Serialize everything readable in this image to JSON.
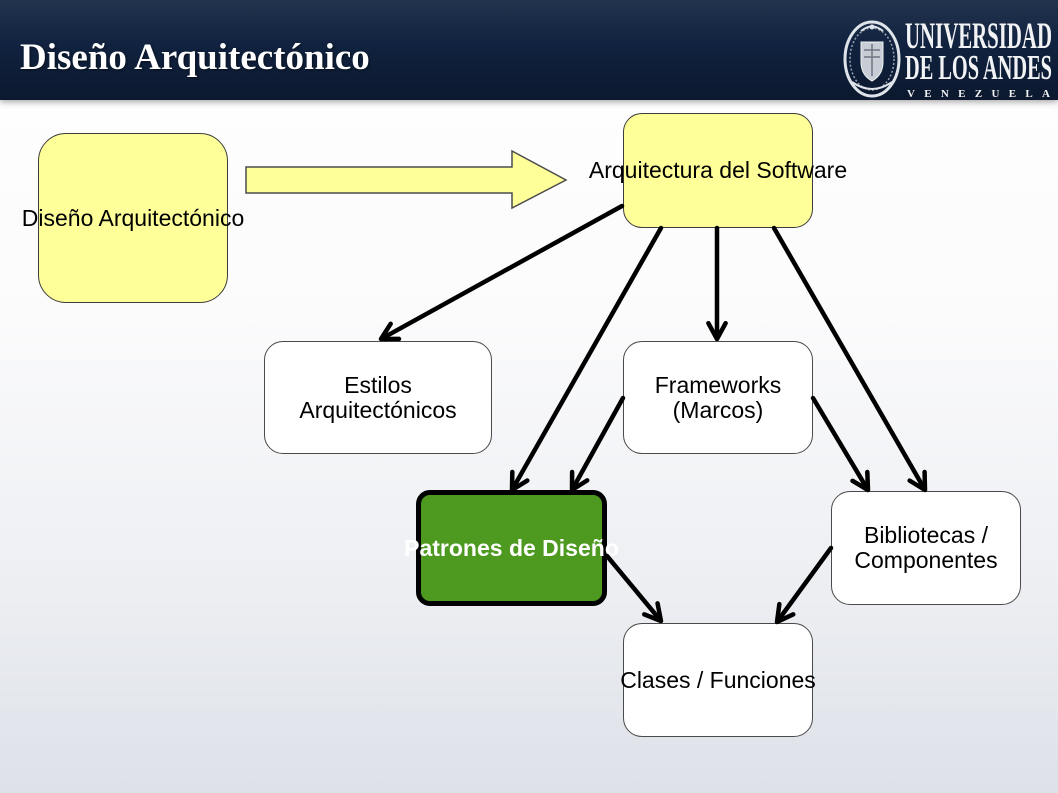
{
  "slide": {
    "title": "Diseño Arquitectónico"
  },
  "logo": {
    "seal_icon": "university-seal-icon",
    "line1": "UNIVERSIDAD",
    "line2": "DE LOS ANDES",
    "line3": "VENEZUELA"
  },
  "diagram": {
    "nodes": [
      {
        "lines": [
          "Diseño Arquitectónico"
        ]
      },
      {
        "lines": [
          "Arquitectura del Software"
        ]
      },
      {
        "lines": [
          "Estilos",
          "Arquitectónicos"
        ]
      },
      {
        "lines": [
          "Frameworks",
          "(Marcos)"
        ]
      },
      {
        "lines": [
          "Patrones de Diseño"
        ]
      },
      {
        "lines": [
          "Bibliotecas /",
          "Componentes"
        ]
      },
      {
        "lines": [
          "Clases / Funciones"
        ]
      }
    ],
    "block_arrows": [
      [
        0,
        1
      ]
    ],
    "arrows": [
      [
        1,
        2
      ],
      [
        1,
        4
      ],
      [
        1,
        3
      ],
      [
        1,
        5
      ],
      [
        3,
        4
      ],
      [
        3,
        5
      ],
      [
        4,
        6
      ],
      [
        5,
        6
      ]
    ]
  },
  "colors": {
    "header_background": "#10223f",
    "node_fill_yellow": "#ffff99",
    "node_fill_white": "#ffffff",
    "node_fill_green": "#4e9a21",
    "arrow": "#000000"
  }
}
